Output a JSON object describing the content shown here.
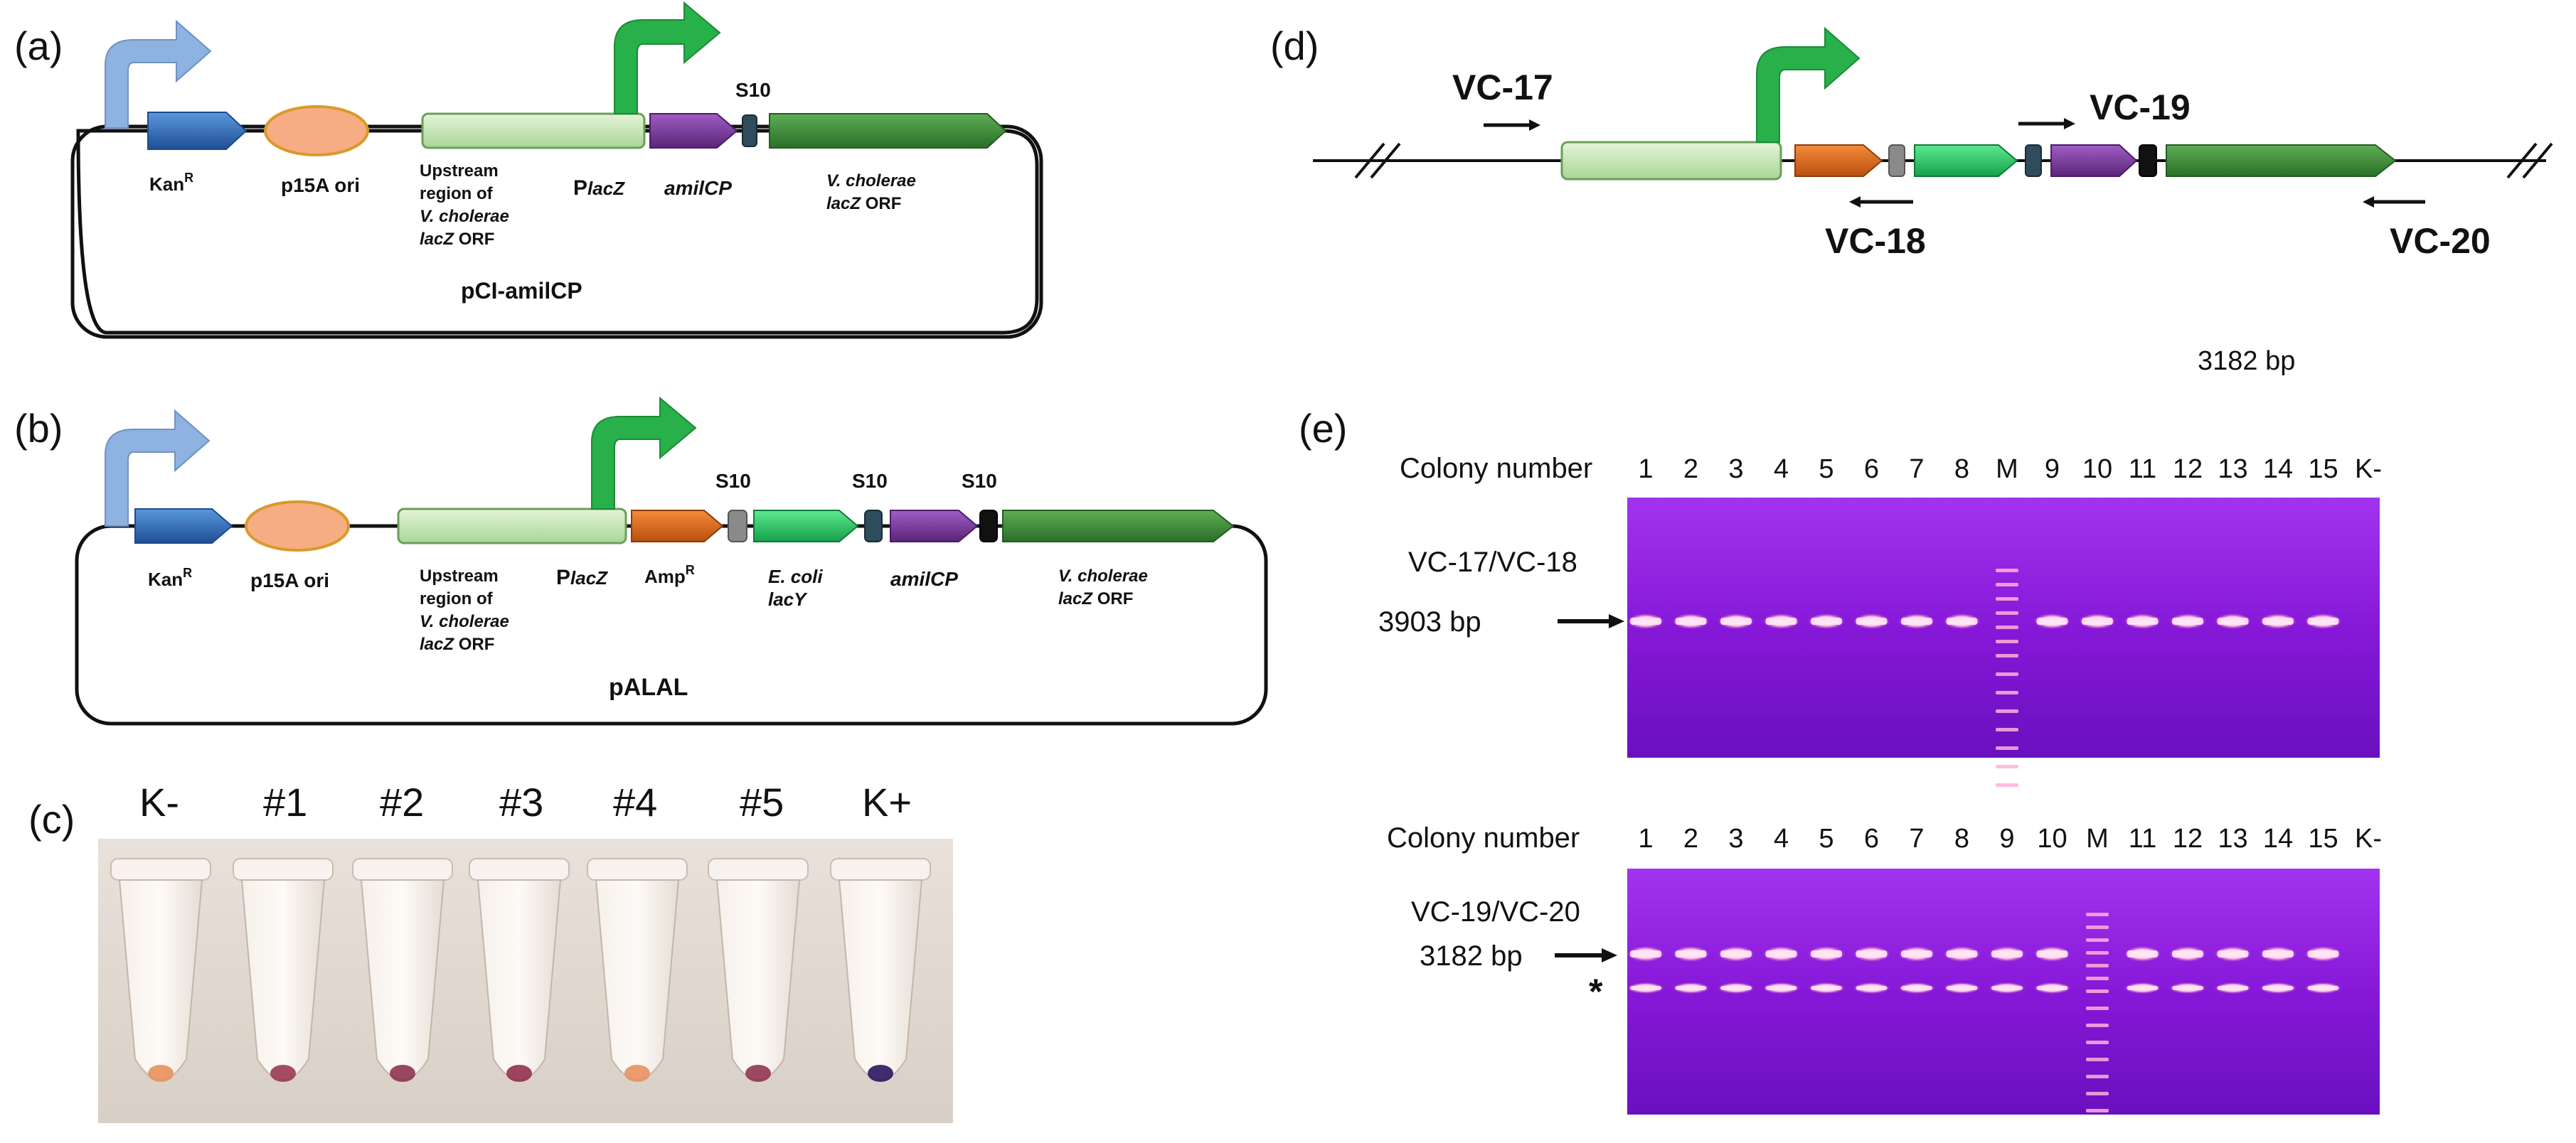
{
  "panel_labels": {
    "a": "(a)",
    "b": "(b)",
    "c": "(c)",
    "d": "(d)",
    "e": "(e)"
  },
  "panel_a": {
    "title": "pCI-amilCP",
    "kan": "Kan",
    "kan_sup": "R",
    "ori": "p15A ori",
    "upstream": [
      "Upstream",
      "region of",
      "V. cholerae",
      "lacZ ORF"
    ],
    "plac_P": "P",
    "plac_sub": "lacZ",
    "amilcp": "amilCP",
    "s10": "S10",
    "vclacz": [
      "V. cholerae",
      "lacZ ORF"
    ]
  },
  "panel_b": {
    "title": "pALAL",
    "kan": "Kan",
    "kan_sup": "R",
    "ori": "p15A ori",
    "upstream": [
      "Upstream",
      "region of",
      "V. cholerae",
      "lacZ ORF"
    ],
    "plac_P": "P",
    "plac_sub": "lacZ",
    "amp": "Amp",
    "amp_sup": "R",
    "s10_1": "S10",
    "s10_2": "S10",
    "s10_3": "S10",
    "ecoli": [
      "E. coli",
      "lacY"
    ],
    "amilcp": "amilCP",
    "vclacz": [
      "V. cholerae",
      "lacZ ORF"
    ]
  },
  "panel_c": {
    "tubes": [
      "K-",
      "#1",
      "#2",
      "#3",
      "#4",
      "#5",
      "K+"
    ],
    "pellet_colors": [
      "#e8905a",
      "#9a3a52",
      "#8c3350",
      "#92304d",
      "#e89060",
      "#8f3550",
      "#2a1660"
    ]
  },
  "panel_d": {
    "vc17": "VC-17",
    "vc18": "VC-18",
    "vc19": "VC-19",
    "vc20": "VC-20",
    "size_note": "3182 bp"
  },
  "panel_e": {
    "gel1": {
      "colony_label": "Colony number",
      "lanes": [
        "1",
        "2",
        "3",
        "4",
        "5",
        "6",
        "7",
        "8",
        "M",
        "9",
        "10",
        "11",
        "12",
        "13",
        "14",
        "15",
        "K-"
      ],
      "primer": "VC-17/VC-18",
      "band": "3903 bp"
    },
    "gel2": {
      "colony_label": "Colony number",
      "lanes": [
        "1",
        "2",
        "3",
        "4",
        "5",
        "6",
        "7",
        "8",
        "9",
        "10",
        "M",
        "11",
        "12",
        "13",
        "14",
        "15",
        "K-"
      ],
      "primer": "VC-19/VC-20",
      "band": "3182 bp",
      "asterisk": "*"
    }
  },
  "colors": {
    "kan": "#2f6fb8",
    "ori": "#f7ad83",
    "upstream": "#c6e6b2",
    "amilcp": "#7a3d99",
    "vclacz": "#3f8f3a",
    "amp": "#e06b1a",
    "ecoli": "#2ec46a",
    "promoter_blue": "#8fb3e0",
    "promoter_green": "#28b04a",
    "gel_bg": "#8a18d8",
    "band": "#ffd0e8"
  }
}
